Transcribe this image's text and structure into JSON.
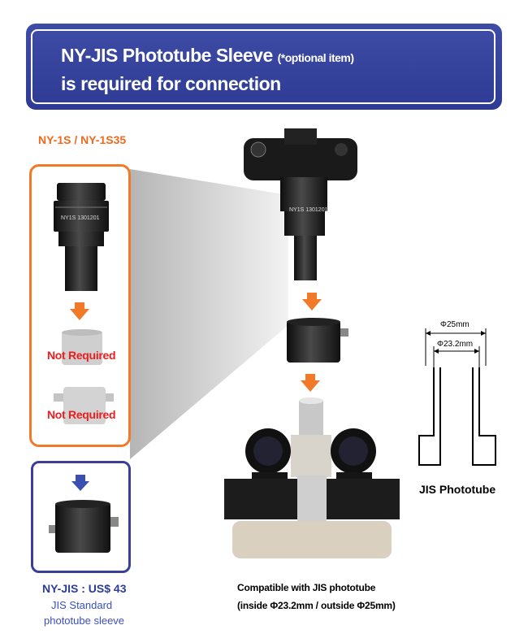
{
  "banner": {
    "line1": "NY-JIS Phototube Sleeve",
    "optional": "(*optional item)",
    "line2": "is required for connection"
  },
  "left_column": {
    "model_label": "NY-1S / NY-1S35",
    "lens_engraving": "NY1S 1301201",
    "not_required_1": "Not Required",
    "not_required_2": "Not Required"
  },
  "product": {
    "price_label": "NY-JIS : US$ 43",
    "desc_line1": "JIS Standard",
    "desc_line2": "phototube sleeve"
  },
  "center": {
    "lens_engraving": "NY1S 1301201",
    "compat_line1": "Compatible with JIS phototube",
    "compat_line2": "(inside Φ23.2mm / outside Φ25mm)"
  },
  "diagram": {
    "outer_dim": "Φ25mm",
    "inner_dim": "Φ23.2mm",
    "title": "JIS Phototube"
  },
  "colors": {
    "banner": "#34409b",
    "orange": "#f07a2a",
    "not_required": "#ee1d1d",
    "navy": "#3a3f99"
  }
}
